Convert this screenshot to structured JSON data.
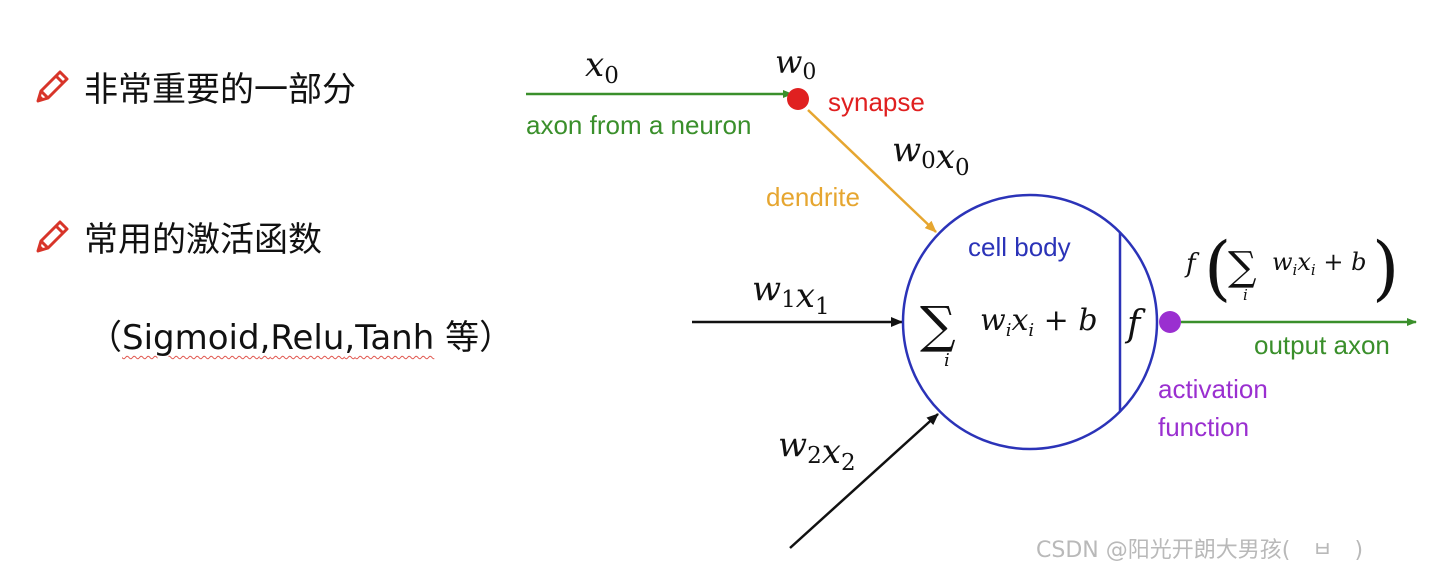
{
  "bullets": [
    {
      "text": "非常重要的一部分",
      "icon": "pencil-icon"
    },
    {
      "text": "常用的激活函数",
      "icon": "pencil-icon"
    }
  ],
  "note": {
    "open": "（",
    "items": [
      "Sigmoid",
      ",",
      "Relu",
      ",",
      "Tanh"
    ],
    "suffix": " 等）"
  },
  "diagram": {
    "x0": "x0",
    "w0": "w0",
    "w0x0": "w0x0",
    "w1x1": "w1x1",
    "w2x2": "w2x2",
    "synapse": "synapse",
    "axon_from": "axon from a neuron",
    "dendrite": "dendrite",
    "cell_body": "cell body",
    "f": "f",
    "output_axon": "output axon",
    "activation_1": "activation",
    "activation_2": "function"
  },
  "colors": {
    "synapse": "#e02020",
    "axon": "#3a8f2b",
    "dendrite": "#e6a630",
    "cell": "#2b33b8",
    "activation": "#9a2fd0"
  },
  "watermark": "CSDN @阳光开朗大男孩(　ㅂ　)"
}
